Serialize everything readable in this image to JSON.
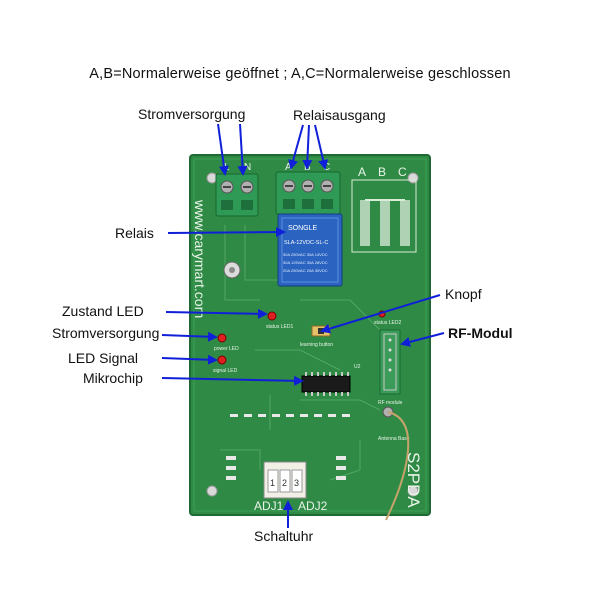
{
  "header": "A,B=Normalerweise geöffnet ; A,C=Normalerweise geschlossen",
  "labels": {
    "power_supply": "Stromversorgung",
    "relay_output": "Relaisausgang",
    "relay": "Relais",
    "state_led": "Zustand LED",
    "power_led": "Stromversorgung",
    "led_signal": "LED Signal",
    "microchip": "Mikrochip",
    "button": "Knopf",
    "rf_module": "RF-Modul",
    "timer": "Schaltuhr"
  },
  "pcb": {
    "terminal_power": [
      "L",
      "N"
    ],
    "terminal_relay": [
      "A",
      "B",
      "C"
    ],
    "contact_letters": [
      "A",
      "B",
      "C"
    ],
    "website": "www.carymart.com",
    "model": "S2PDA",
    "relay_brand": "SONGLE",
    "relay_model": "SLA-12VDC-SL-C",
    "relay_line1": "30A 250VAC 30A 14VDC",
    "relay_line2": "30A 125VAC 30A 28VDC",
    "relay_line3": "20A 250VAC 20A 30VDC",
    "status_led": "status LED1",
    "status_led2": "status LED2",
    "power_led": "power LED",
    "signal_led": "signal LED",
    "learning_button": "learning button",
    "rf_module": "RF module",
    "antenna_base": "Antenna Base",
    "adj_left": "ADJ1",
    "adj_right": "ADJ2",
    "chip_ref": "U2",
    "switch_chars": [
      "1",
      "2",
      "3"
    ]
  },
  "colors": {
    "pcb": "#2f8a45",
    "terminal": "#2e9a55",
    "relay": "#2a63c0",
    "arrow": "#1020d8"
  }
}
